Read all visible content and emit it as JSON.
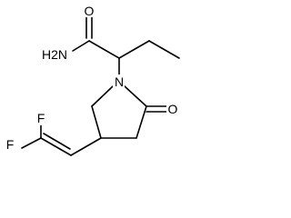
{
  "structure": {
    "atoms": [
      {
        "id": "O1",
        "symbol": "O",
        "label": "O"
      },
      {
        "id": "NH2",
        "symbol": "N",
        "label": "H2N"
      },
      {
        "id": "N1",
        "symbol": "N",
        "label": "N"
      },
      {
        "id": "O2",
        "symbol": "O",
        "label": "O"
      },
      {
        "id": "F1",
        "symbol": "F",
        "label": "F"
      },
      {
        "id": "F2",
        "symbol": "F",
        "label": "F"
      }
    ]
  },
  "colors": {
    "bond": "#000000",
    "label": "#000000",
    "background": "#ffffff"
  }
}
